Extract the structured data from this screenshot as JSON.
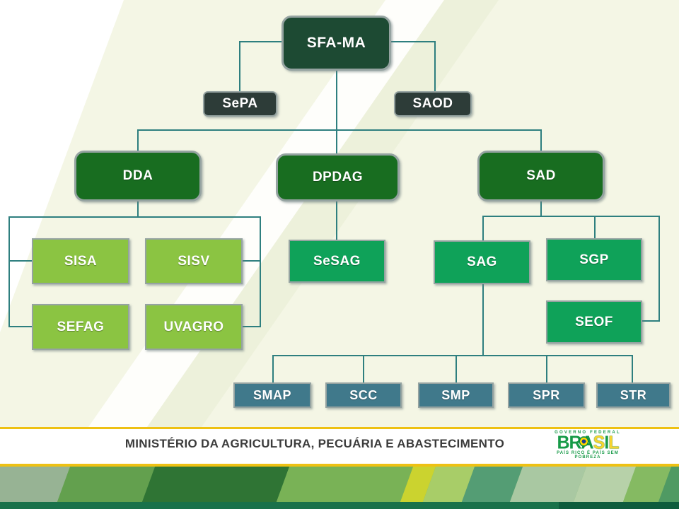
{
  "org": {
    "root": {
      "label": "SFA-MA"
    },
    "advisors": [
      {
        "label": "SePA"
      },
      {
        "label": "SAOD"
      }
    ],
    "divisions": [
      {
        "label": "DDA"
      },
      {
        "label": "DPDAG"
      },
      {
        "label": "SAD"
      }
    ],
    "dda_children": [
      {
        "label": "SISA"
      },
      {
        "label": "SISV"
      },
      {
        "label": "SEFAG"
      },
      {
        "label": "UVAGRO"
      }
    ],
    "dpdag_children": [
      {
        "label": "SeSAG"
      }
    ],
    "sad_children": [
      {
        "label": "SAG"
      },
      {
        "label": "SGP"
      },
      {
        "label": "SEOF"
      }
    ],
    "sag_children": [
      {
        "label": "SMAP"
      },
      {
        "label": "SCC"
      },
      {
        "label": "SMP"
      },
      {
        "label": "SPR"
      },
      {
        "label": "STR"
      }
    ]
  },
  "footer": {
    "ministry": "MINISTÉRIO DA AGRICULTURA, PECUÁRIA E ABASTECIMENTO",
    "logo": {
      "tagline_top": "GOVERNO FEDERAL",
      "brand_parts": [
        {
          "text": "BRA"
        },
        {
          "text": "S"
        },
        {
          "text": "I"
        },
        {
          "text": "L"
        }
      ],
      "tagline_bottom": "PAÍS RICO É PAÍS SEM POBREZA"
    }
  },
  "colors": {
    "root_box": "#1d4a33",
    "advisor_box": "#2d3c38",
    "division_box": "#186d20",
    "light_green_box": "#8bc442",
    "emerald_box": "#0fa259",
    "teal_box": "#40798b",
    "connector_line": "#2e7f7f",
    "gold_rule": "#eec113",
    "brand_green": "#169a47",
    "brand_yellow": "#f6d330",
    "footer_text": "#3b3b3b"
  }
}
